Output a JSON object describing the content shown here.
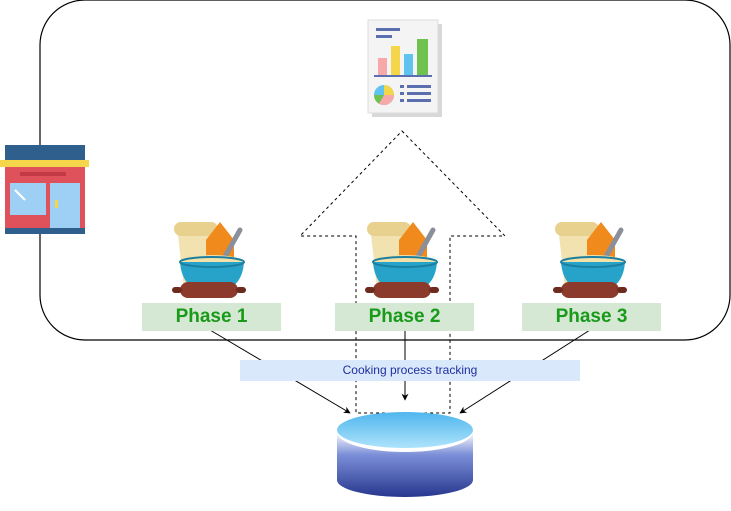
{
  "phases": [
    {
      "label": "Phase 1",
      "icon": "cooking-bowl-icon"
    },
    {
      "label": "Phase 2",
      "icon": "cooking-bowl-icon"
    },
    {
      "label": "Phase 3",
      "icon": "cooking-bowl-icon"
    }
  ],
  "tracking_label": "Cooking process tracking",
  "icons": {
    "store": "store-icon",
    "report": "report-chart-icon",
    "database": "database-icon"
  },
  "colors": {
    "phase_fill": "#d5e8d4",
    "phase_text": "#1a9a1a",
    "tracking_fill": "#dae8fc",
    "tracking_text": "#1f2fa0",
    "database_top": "#6ec6f0",
    "database_body": "#2b3f9a"
  }
}
